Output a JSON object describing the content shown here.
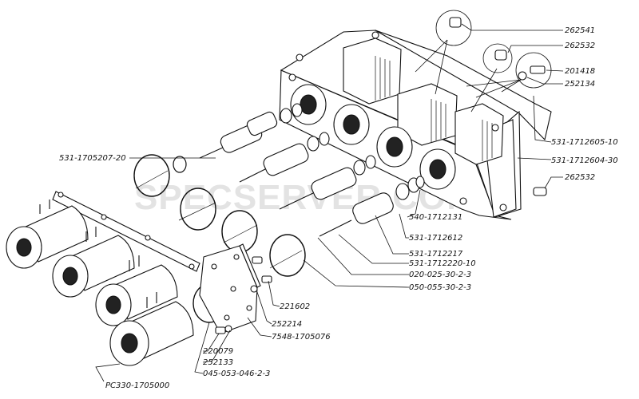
{
  "watermark": "SPECSERVER.COM",
  "labels": {
    "p262541": "262541",
    "p262532a": "262532",
    "p201418": "201418",
    "p252134": "252134",
    "p531_1712605_10": "531-1712605-10",
    "p531_1712604_30": "531-1712604-30",
    "p262532b": "262532",
    "p531_1705207_20": "531-1705207-20",
    "p540_1712131": "540-1712131",
    "p531_1712612": "531-1712612",
    "p531_1712217": "531-1712217",
    "p531_1712220_10": "531-1712220-10",
    "p020_025_30_2_3": "020-025-30-2-3",
    "p050_055_30_2_3": "050-055-30-2-3",
    "p221602": "221602",
    "p252214": "252214",
    "p7548_1705076": "7548-1705076",
    "p220079": "220079",
    "p252133": "252133",
    "p045_053_046_2_3": "045-053-046-2-3",
    "pPC330_1705000": "PC330-1705000"
  }
}
